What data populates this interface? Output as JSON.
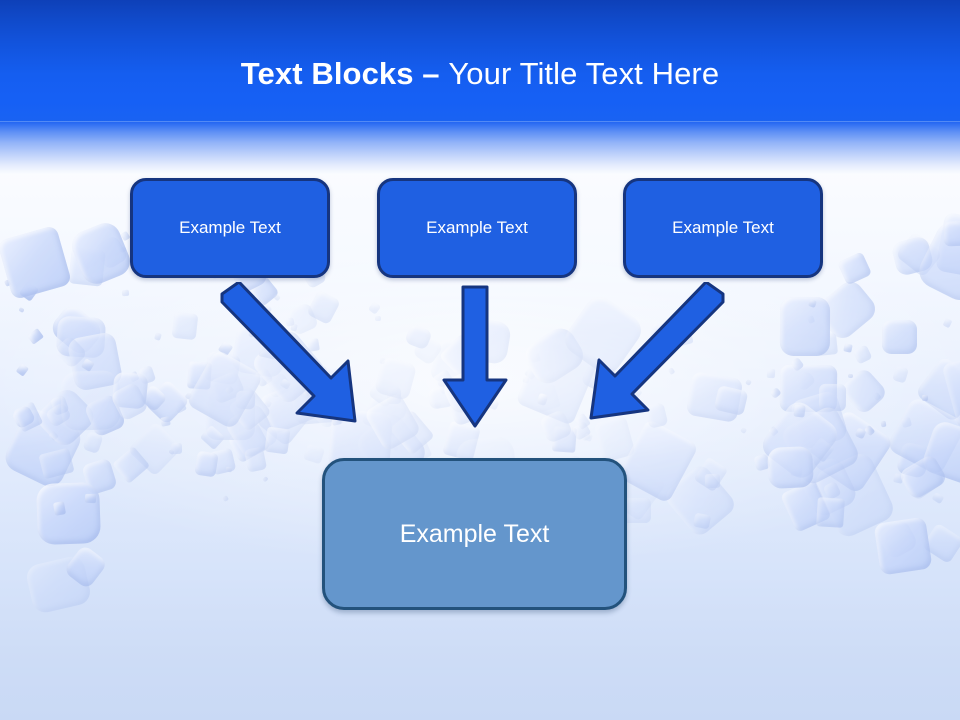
{
  "slide": {
    "title": {
      "strong": "Text Blocks",
      "dash": " – ",
      "rest": "Your Title Text Here",
      "full": "Text Blocks – Your Title Text Here"
    },
    "top_boxes": [
      {
        "label": "Example Text"
      },
      {
        "label": "Example Text"
      },
      {
        "label": "Example Text"
      }
    ],
    "bottom_box": {
      "label": "Example Text"
    },
    "arrows": [
      {
        "name": "arrow-down-right",
        "direction": "down-right"
      },
      {
        "name": "arrow-down",
        "direction": "down"
      },
      {
        "name": "arrow-down-left",
        "direction": "down-left"
      }
    ],
    "colors": {
      "header_top": "#0e40b8",
      "header_bottom": "#1a63f2",
      "top_box_fill": "#1f60e2",
      "top_box_border": "#16357f",
      "bottom_box_fill": "#6496cc",
      "bottom_box_border": "#23527c",
      "arrow_fill": "#1f60e2",
      "arrow_border": "#16357f",
      "title_text": "#ffffff",
      "box_text": "#ffffff",
      "background_bottom": "#c9d9f5"
    }
  }
}
